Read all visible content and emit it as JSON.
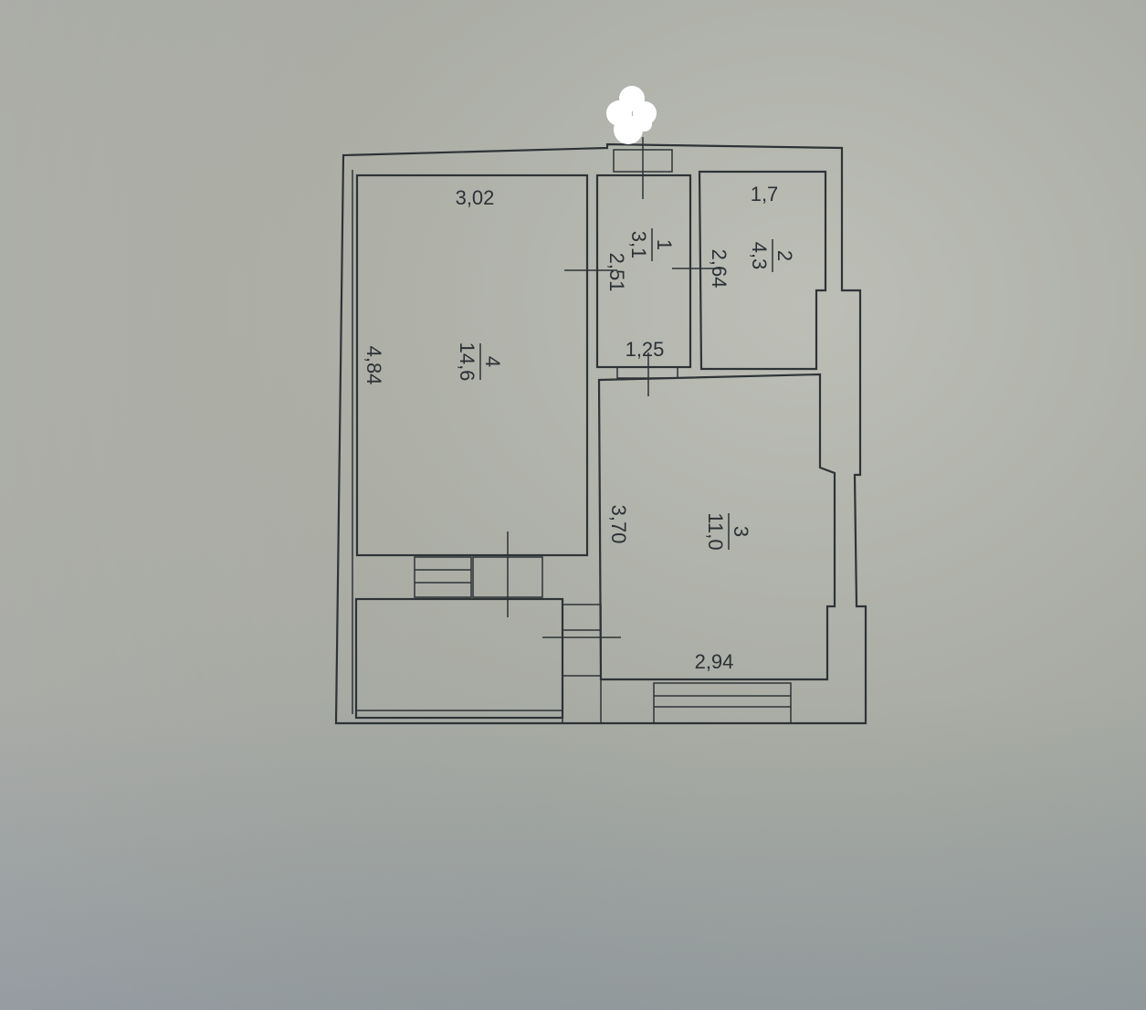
{
  "floor_plan": {
    "dims": {
      "room4_width": "3,02",
      "room4_length": "4,84",
      "room1_length": "2,51",
      "room1_width": "1,25",
      "room2_width": "1,7",
      "room2_length": "2,64",
      "room3_length": "3,70",
      "room3_width": "2,94"
    },
    "rooms": [
      {
        "number": "1",
        "area": "3,1"
      },
      {
        "number": "2",
        "area": "4,3"
      },
      {
        "number": "3",
        "area": "11,0"
      },
      {
        "number": "4",
        "area": "14,6"
      }
    ],
    "colors": {
      "paper": "#a9aca4",
      "ink": "#2e3336"
    }
  }
}
